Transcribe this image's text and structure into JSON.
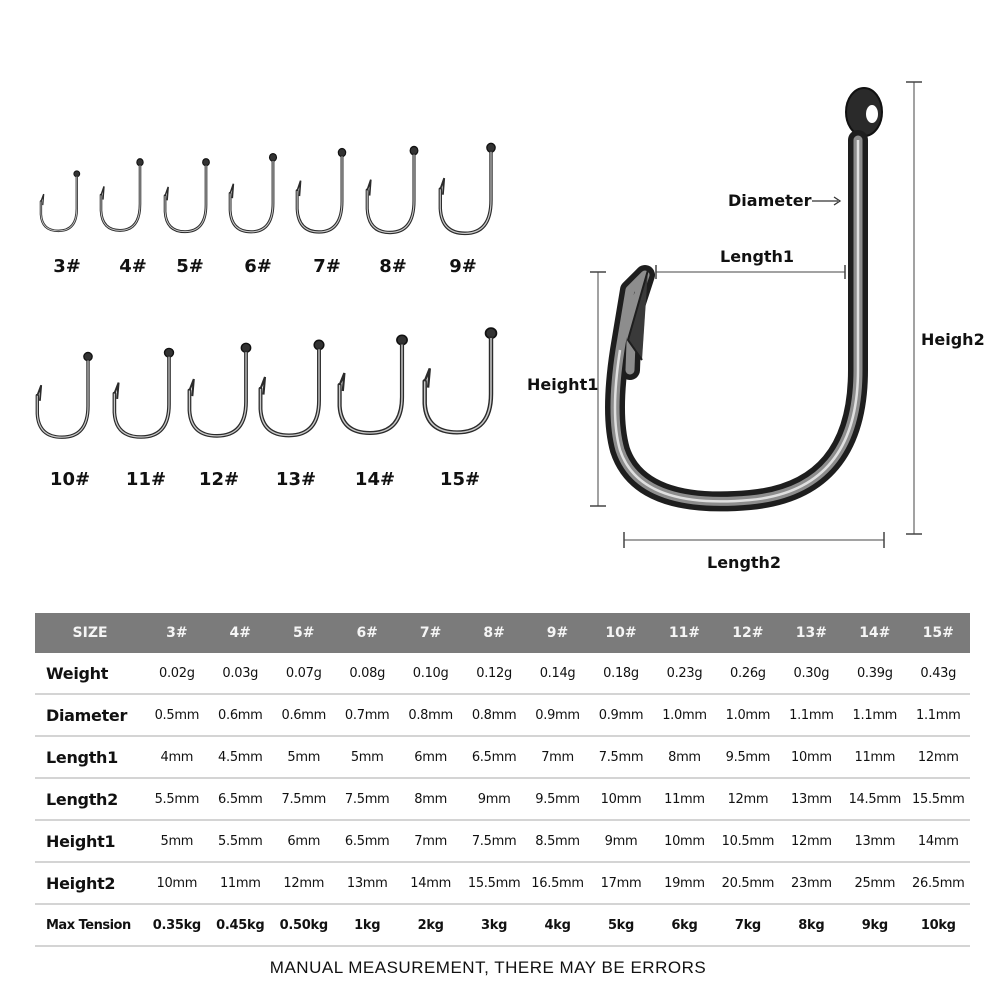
{
  "hook_gallery": {
    "row1": [
      {
        "label": "3#"
      },
      {
        "label": "4#"
      },
      {
        "label": "5#"
      },
      {
        "label": "6#"
      },
      {
        "label": "7#"
      },
      {
        "label": "8#"
      },
      {
        "label": "9#"
      }
    ],
    "row2": [
      {
        "label": "10#"
      },
      {
        "label": "11#"
      },
      {
        "label": "12#"
      },
      {
        "label": "13#"
      },
      {
        "label": "14#"
      },
      {
        "label": "15#"
      }
    ]
  },
  "diagram": {
    "diameter": "Diameter",
    "length1": "Length1",
    "length2": "Length2",
    "height1": "Height1",
    "height2": "Heigh2"
  },
  "table": {
    "header": [
      "SIZE",
      "3#",
      "4#",
      "5#",
      "6#",
      "7#",
      "8#",
      "9#",
      "10#",
      "11#",
      "12#",
      "13#",
      "14#",
      "15#"
    ],
    "rows": [
      {
        "name": "Weight",
        "values": [
          "0.02g",
          "0.03g",
          "0.07g",
          "0.08g",
          "0.10g",
          "0.12g",
          "0.14g",
          "0.18g",
          "0.23g",
          "0.26g",
          "0.30g",
          "0.39g",
          "0.43g"
        ]
      },
      {
        "name": "Diameter",
        "values": [
          "0.5mm",
          "0.6mm",
          "0.6mm",
          "0.7mm",
          "0.8mm",
          "0.8mm",
          "0.9mm",
          "0.9mm",
          "1.0mm",
          "1.0mm",
          "1.1mm",
          "1.1mm",
          "1.1mm"
        ]
      },
      {
        "name": "Length1",
        "values": [
          "4mm",
          "4.5mm",
          "5mm",
          "5mm",
          "6mm",
          "6.5mm",
          "7mm",
          "7.5mm",
          "8mm",
          "9.5mm",
          "10mm",
          "11mm",
          "12mm"
        ]
      },
      {
        "name": "Length2",
        "values": [
          "5.5mm",
          "6.5mm",
          "7.5mm",
          "7.5mm",
          "8mm",
          "9mm",
          "9.5mm",
          "10mm",
          "11mm",
          "12mm",
          "13mm",
          "14.5mm",
          "15.5mm"
        ]
      },
      {
        "name": "Height1",
        "values": [
          "5mm",
          "5.5mm",
          "6mm",
          "6.5mm",
          "7mm",
          "7.5mm",
          "8.5mm",
          "9mm",
          "10mm",
          "10.5mm",
          "12mm",
          "13mm",
          "14mm"
        ]
      },
      {
        "name": "Height2",
        "values": [
          "10mm",
          "11mm",
          "12mm",
          "13mm",
          "14mm",
          "15.5mm",
          "16.5mm",
          "17mm",
          "19mm",
          "20.5mm",
          "23mm",
          "25mm",
          "26.5mm"
        ]
      },
      {
        "name": "Max Tension",
        "values": [
          "0.35kg",
          "0.45kg",
          "0.50kg",
          "1kg",
          "2kg",
          "3kg",
          "4kg",
          "5kg",
          "6kg",
          "7kg",
          "8kg",
          "9kg",
          "10kg"
        ]
      }
    ]
  },
  "footer": {
    "note": "MANUAL MEASUREMENT, THERE MAY BE ERRORS"
  },
  "colors": {
    "header_bg": "#7b7b7b",
    "header_text": "#f5f5f5",
    "row_divider": "#d4d4d4"
  }
}
